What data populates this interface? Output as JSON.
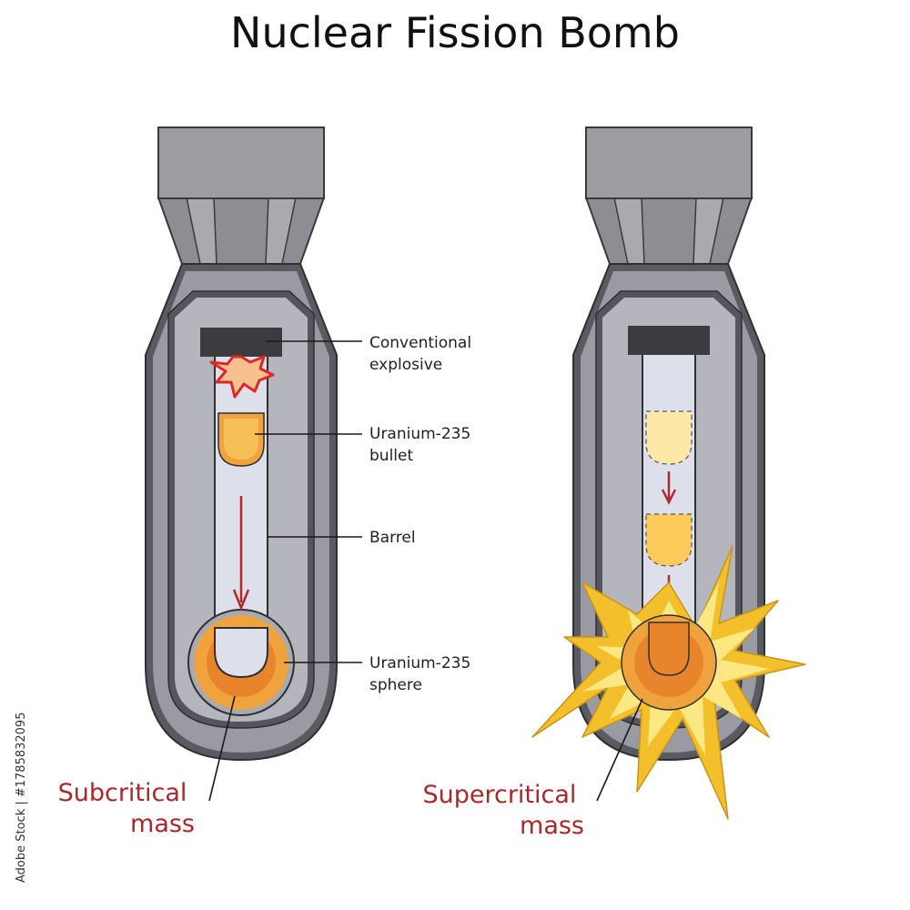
{
  "title": "Nuclear Fission Bomb",
  "labels": {
    "conventional_explosive": [
      "Conventional",
      "explosive"
    ],
    "uranium_bullet": [
      "Uranium-235",
      "bullet"
    ],
    "barrel": "Barrel",
    "uranium_sphere": [
      "Uranium-235",
      "sphere"
    ]
  },
  "captions": {
    "subcritical": [
      "Subcritical",
      "mass"
    ],
    "supercritical": [
      "Supercritical",
      "mass"
    ]
  },
  "watermark_id": "Adobe Stock | #1785832095",
  "colors": {
    "casing_dark": "#55565b",
    "casing_mid": "#9a9ba2",
    "casing_light": "#b4b5bd",
    "tail": "#8d8e93",
    "barrel": "#dde0ea",
    "explosive": "#3b3c3f",
    "uranium_orange": "#f0a33c",
    "uranium_core": "#e8842c",
    "bullet_light": "#fde8a8",
    "bullet_mid": "#fccb5a",
    "arrow": "#b0282c",
    "spark": "#d92a2a",
    "burst_outer": "#f3c02c",
    "burst_inner": "#fbe882",
    "caption_red": "#a8282c"
  }
}
